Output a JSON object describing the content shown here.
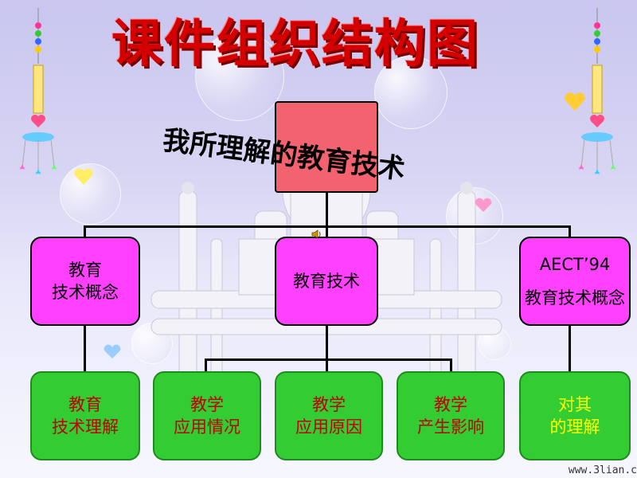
{
  "title": "课件组织结构图",
  "subtitle": "我所理解的教育技术",
  "nodes": {
    "concept": {
      "line1": "教育",
      "line2": "技术概念"
    },
    "center": {
      "label": "教育技术"
    },
    "aect": {
      "line1": "AECT’94",
      "line2": "教育技术概念"
    },
    "understanding": {
      "line1": "教育",
      "line2": "技术理解"
    },
    "application": {
      "line1": "教学",
      "line2": "应用情况"
    },
    "reason": {
      "line1": "教学",
      "line2": "应用原因"
    },
    "impact": {
      "line1": "教学",
      "line2": "产生影响"
    },
    "view": {
      "line1": "对其",
      "line2": "的理解"
    }
  },
  "footer": "www.3lian.c",
  "colors": {
    "root": "#f2626f",
    "middle": "#ff40ff",
    "leaf": "#33cc33",
    "leaf_text": "#c00000",
    "highlight_text": "#ffff00",
    "title": "#d40000"
  },
  "icons": {
    "speaker": "speaker-icon",
    "windchime": "windchime-icon",
    "heart": "heart-icon"
  }
}
